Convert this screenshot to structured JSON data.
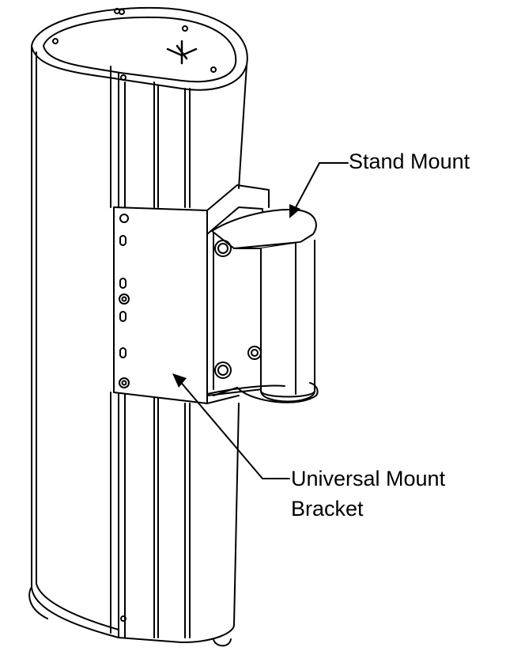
{
  "callouts": {
    "stand_mount": "Stand Mount",
    "universal_mount_line1": "Universal Mount",
    "universal_mount_line2": "Bracket"
  },
  "colors": {
    "line": "#000000",
    "background": "#ffffff"
  }
}
